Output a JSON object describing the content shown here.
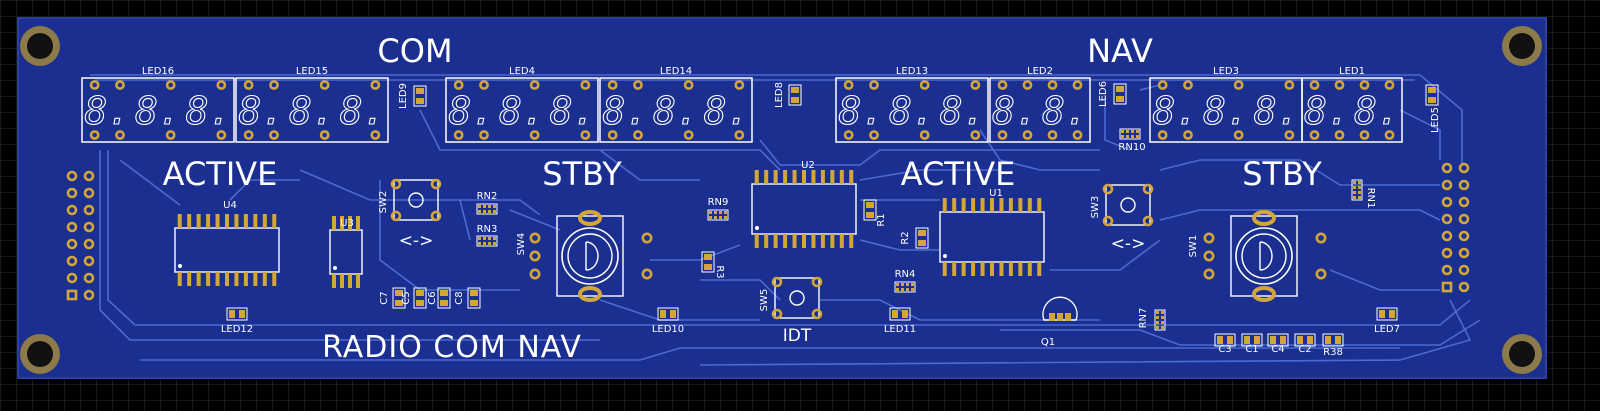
{
  "board": {
    "title_com": "COM",
    "title_nav": "NAV",
    "label_active_left": "ACTIVE",
    "label_stby_left": "STBY",
    "label_active_right": "ACTIVE",
    "label_stby_right": "STBY",
    "label_radio": "RADIO COM NAV",
    "label_idt": "IDT",
    "swap_glyph": "<->",
    "digit_glyph": "8.",
    "colors": {
      "background": "#000000",
      "grid": "#2a2a2a",
      "board": "#1a2f8f",
      "trace": "#4f6ed6",
      "silk": "#ffffff",
      "pad": "#d4a637",
      "hole": "#8c7a4a"
    }
  },
  "displays": [
    {
      "ref": "LED16",
      "digits": 3
    },
    {
      "ref": "LED15",
      "digits": 3
    },
    {
      "ref": "LED4",
      "digits": 3
    },
    {
      "ref": "LED14",
      "digits": 3
    },
    {
      "ref": "LED13",
      "digits": 3
    },
    {
      "ref": "LED2",
      "digits": 2
    },
    {
      "ref": "LED3",
      "digits": 3
    },
    {
      "ref": "LED1",
      "digits": 2
    }
  ],
  "ics": [
    {
      "ref": "U4"
    },
    {
      "ref": "U3"
    },
    {
      "ref": "U2"
    },
    {
      "ref": "U1"
    }
  ],
  "switches": [
    {
      "ref": "SW2"
    },
    {
      "ref": "SW3"
    },
    {
      "ref": "SW4"
    },
    {
      "ref": "SW1"
    },
    {
      "ref": "SW5"
    }
  ],
  "resistor_networks": [
    {
      "ref": "RN2"
    },
    {
      "ref": "RN3"
    },
    {
      "ref": "RN9"
    },
    {
      "ref": "RN4"
    },
    {
      "ref": "RN10"
    },
    {
      "ref": "RN1"
    },
    {
      "ref": "RN7"
    }
  ],
  "small_parts": [
    {
      "ref": "LED9"
    },
    {
      "ref": "LED8"
    },
    {
      "ref": "LED6"
    },
    {
      "ref": "LED5"
    },
    {
      "ref": "LED12"
    },
    {
      "ref": "LED10"
    },
    {
      "ref": "LED11"
    },
    {
      "ref": "LED7"
    },
    {
      "ref": "R1"
    },
    {
      "ref": "R2"
    },
    {
      "ref": "R3"
    },
    {
      "ref": "R38"
    },
    {
      "ref": "C7"
    },
    {
      "ref": "C5"
    },
    {
      "ref": "C6"
    },
    {
      "ref": "C8"
    },
    {
      "ref": "C3"
    },
    {
      "ref": "C1"
    },
    {
      "ref": "C4"
    },
    {
      "ref": "C2"
    },
    {
      "ref": "Q1"
    }
  ]
}
